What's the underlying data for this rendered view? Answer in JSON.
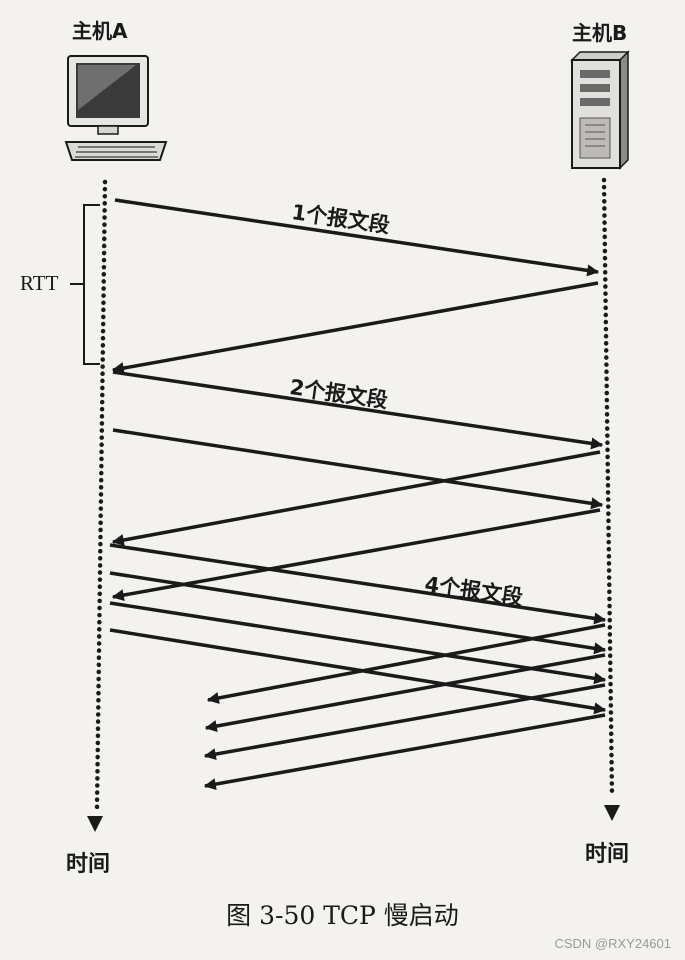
{
  "host_a": {
    "label": "主机A",
    "icon": "desktop-computer-icon"
  },
  "host_b": {
    "label": "主机B",
    "icon": "server-tower-icon"
  },
  "rtt_label": "RTT",
  "segment_labels": {
    "one": "1个报文段",
    "two": "2个报文段",
    "four": "4个报文段"
  },
  "time_label_a": "时间",
  "time_label_b": "时间",
  "caption": "图 3-50    TCP 慢启动",
  "watermark": "CSDN @RXY24601",
  "colors": {
    "ink": "#1a1a1a",
    "paper": "#f4f2ee"
  }
}
